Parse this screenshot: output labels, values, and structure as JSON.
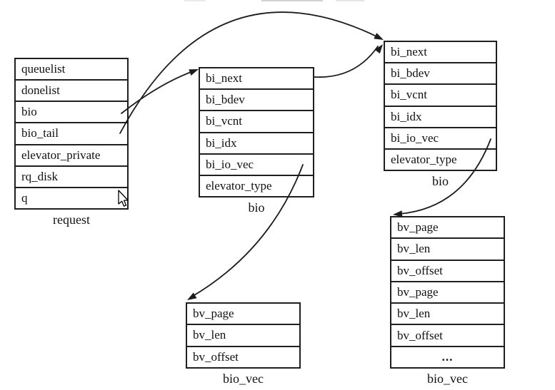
{
  "structs": [
    {
      "label": "request",
      "fields": [
        "queuelist",
        "donelist",
        "bio",
        "bio_tail",
        "elevator_private",
        "rq_disk",
        "q"
      ]
    },
    {
      "label": "bio",
      "fields": [
        "bi_next",
        "bi_bdev",
        "bi_vcnt",
        "bi_idx",
        "bi_io_vec",
        "elevator_type"
      ]
    },
    {
      "label": "bio",
      "fields": [
        "bi_next",
        "bi_bdev",
        "bi_vcnt",
        "bi_idx",
        "bi_io_vec",
        "elevator_type"
      ]
    },
    {
      "label": "bio_vec",
      "fields": [
        "bv_page",
        "bv_len",
        "bv_offset"
      ]
    },
    {
      "label": "bio_vec",
      "fields": [
        "bv_page",
        "bv_len",
        "bv_offset",
        "bv_page",
        "bv_len",
        "bv_offset",
        "..."
      ]
    }
  ],
  "arrows": [
    {
      "from": "request.bio",
      "to": "bio-1.bi_next"
    },
    {
      "from": "request.bio_tail",
      "to": "bio-2.bi_next"
    },
    {
      "from": "bio-1.bi_next",
      "to": "bio-2.bi_next"
    },
    {
      "from": "bio-1.bi_io_vec",
      "to": "bio_vec-1"
    },
    {
      "from": "bio-2.bi_io_vec",
      "to": "bio_vec-2"
    }
  ],
  "colors": {
    "line": "#1c1c1c",
    "border": "#1f1f1f",
    "background": "#ffffff",
    "text": "#111111"
  }
}
